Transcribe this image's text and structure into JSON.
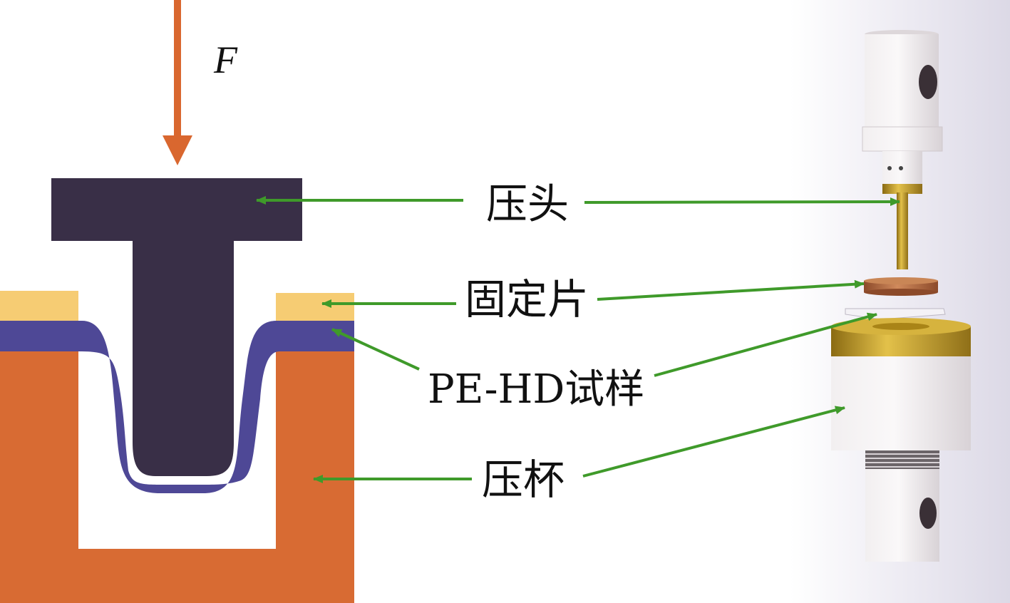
{
  "force": {
    "symbol": "F"
  },
  "labels": {
    "indenter": "压头",
    "fixing_piece": "固定片",
    "specimen": "PE-HD试样",
    "cup": "压杯"
  },
  "colors": {
    "force_arrow": "#d9672f",
    "indenter": "#392f47",
    "fixing_piece": "#f6cc73",
    "specimen": "#4e4896",
    "cup": "#d86b33",
    "pointer_arrow": "#3f9a2a",
    "brass": "#c9a227",
    "copper": "#b86e42",
    "steel": "#e9e4e6"
  }
}
